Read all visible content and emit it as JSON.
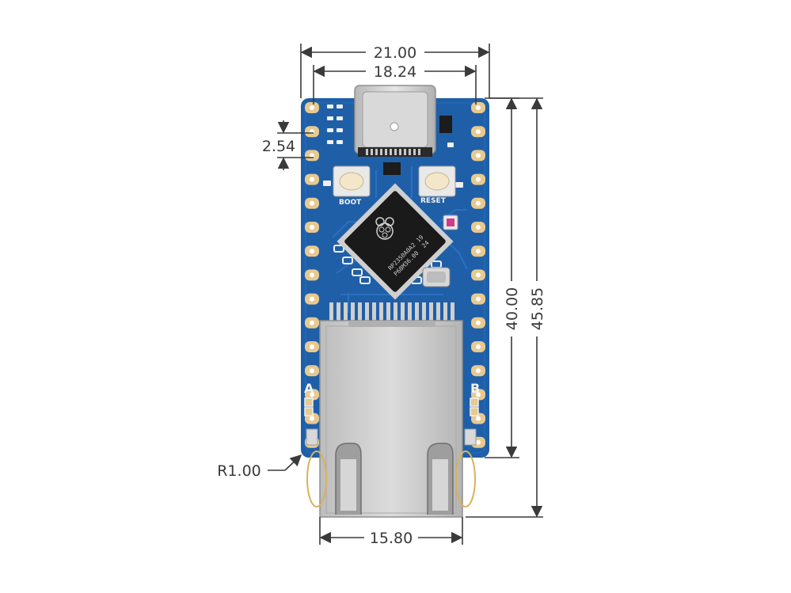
{
  "dimensions": {
    "width_outer": "21.00",
    "width_inner": "18.24",
    "pitch": "2.54",
    "height_board": "40.00",
    "height_total": "45.85",
    "radius": "R1.00",
    "jack_width": "15.80"
  },
  "board": {
    "boot_label": "BOOT",
    "reset_label": "RESET",
    "side_a": "A",
    "side_b": "B",
    "chip_line1": "RP2350A0A2",
    "chip_line2": "P68M36.00",
    "chip_code1": "19",
    "chip_code2": "24"
  },
  "colors": {
    "pcb": "#1f5fa8",
    "pcb_dark": "#174a87",
    "pad_gold": "#e8c98f",
    "metal": "#c9c9c9",
    "dimension_line": "#3a3a3a"
  }
}
